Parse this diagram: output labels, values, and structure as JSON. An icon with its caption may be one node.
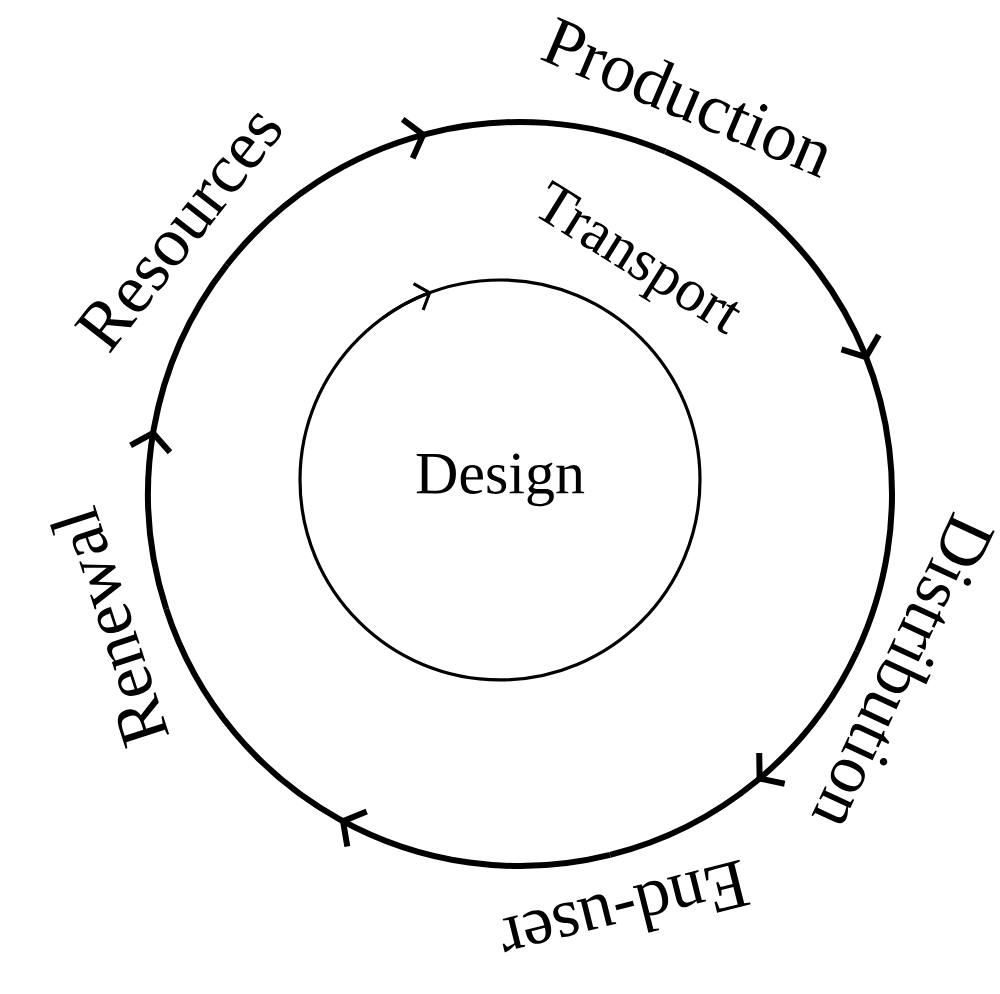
{
  "diagram": {
    "nodes": [
      {
        "text": [
          "Resources"
        ]
      },
      {
        "text": [
          "Production"
        ]
      },
      {
        "text": [
          "Distribution"
        ]
      },
      {
        "text": [
          "End-user"
        ]
      },
      {
        "text": [
          "Renewal"
        ]
      },
      {
        "text": [
          "Design"
        ],
        "beside": [
          "Transport"
        ]
      }
    ],
    "edges": [
      {
        "from": 0,
        "to": 1,
        "arrow": "to"
      },
      {
        "from": 1,
        "to": 2,
        "arrow": "to"
      },
      {
        "from": 2,
        "to": 3,
        "arrow": "to"
      },
      {
        "from": 3,
        "to": 4,
        "arrow": "to"
      },
      {
        "from": 4,
        "to": 0,
        "arrow": "to"
      }
    ]
  }
}
